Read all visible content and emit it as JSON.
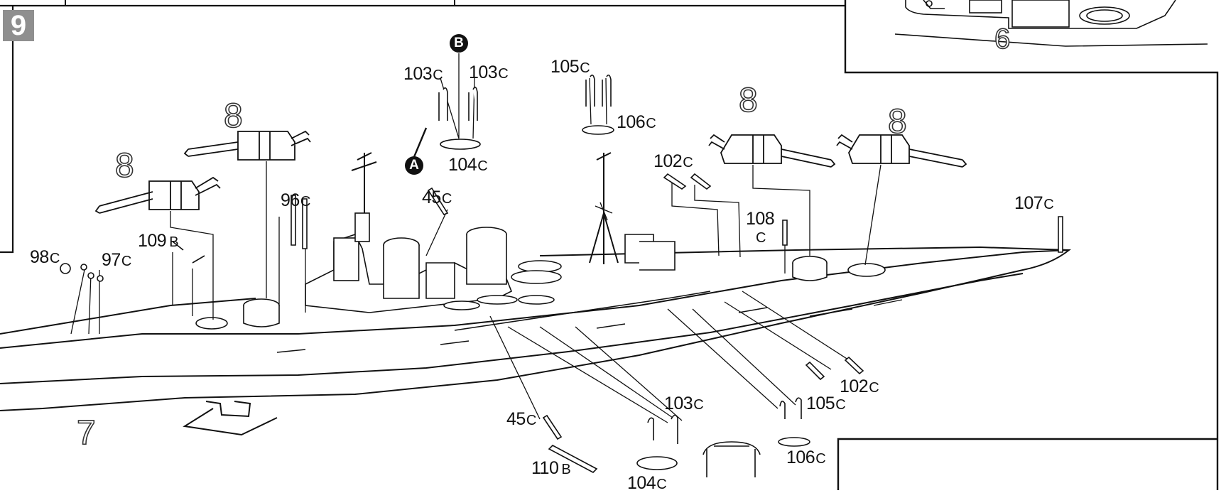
{
  "step_badge": "9",
  "callouts": {
    "c6": "6",
    "c7": "7",
    "c8a": "8",
    "c8b": "8",
    "c8c": "8",
    "c8d": "8"
  },
  "markers": {
    "a": "A",
    "b": "B"
  },
  "labels": {
    "l103_left": {
      "num": "103",
      "suf": "C"
    },
    "l103_right": {
      "num": "103",
      "suf": "C"
    },
    "l105_top": {
      "num": "105",
      "suf": "C"
    },
    "l106_top": {
      "num": "106",
      "suf": "C"
    },
    "l104_top": {
      "num": "104",
      "suf": "C"
    },
    "l102_top": {
      "num": "102",
      "suf": "C"
    },
    "l96": {
      "num": "96",
      "suf": "C"
    },
    "l45_top": {
      "num": "45",
      "suf": "C"
    },
    "l108": {
      "num": "108",
      "suf": "C"
    },
    "l107": {
      "num": "107",
      "suf": "C"
    },
    "l109": {
      "num": "109",
      "suf": "B"
    },
    "l98": {
      "num": "98",
      "suf": "C"
    },
    "l97": {
      "num": "97",
      "suf": "C"
    },
    "l102_bot": {
      "num": "102",
      "suf": "C"
    },
    "l103_bot": {
      "num": "103",
      "suf": "C"
    },
    "l105_bot": {
      "num": "105",
      "suf": "C"
    },
    "l45_bot": {
      "num": "45",
      "suf": "C"
    },
    "l106_bot": {
      "num": "106",
      "suf": "C"
    },
    "l110": {
      "num": "110",
      "suf": "B"
    },
    "l104_bot": {
      "num": "104",
      "suf": "C"
    }
  }
}
